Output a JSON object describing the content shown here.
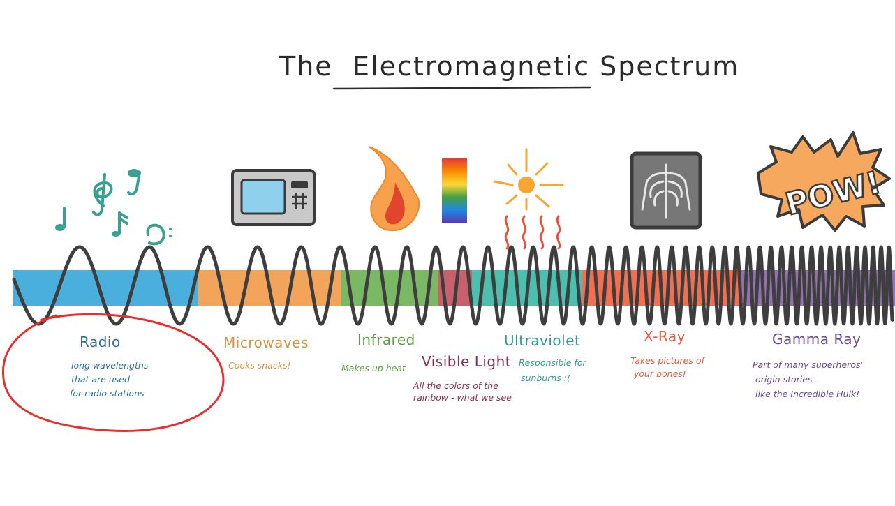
{
  "title": {
    "prefix": "The",
    "main": "Electromagnetic Spectrum"
  },
  "spectrum": {
    "wave_color": "#3e3e3e",
    "bands": [
      {
        "id": "radio",
        "color": "#4aafdc"
      },
      {
        "id": "microwaves",
        "color": "#f2a55a"
      },
      {
        "id": "infrared",
        "color": "#7bb863"
      },
      {
        "id": "visible",
        "color": "#c8606e"
      },
      {
        "id": "ultraviolet",
        "color": "#4dbfae"
      },
      {
        "id": "xray",
        "color": "#f26f50"
      },
      {
        "id": "gamma",
        "color": "#9472b0"
      }
    ],
    "visible_gradient": [
      "#e53935",
      "#fb8c00",
      "#fdd835",
      "#43a047",
      "#1e88e5",
      "#5e35b1"
    ]
  },
  "labels": {
    "radio": {
      "name": "Radio",
      "color": "#2f6f96",
      "desc": [
        "long wavelengths",
        "that are used",
        "for radio stations"
      ]
    },
    "microwaves": {
      "name": "Microwaves",
      "color": "#d9913f",
      "desc": [
        "Cooks snacks!"
      ]
    },
    "infrared": {
      "name": "Infrared",
      "color": "#5c9a45",
      "desc": [
        "Makes up heat"
      ]
    },
    "visible": {
      "name": "Visible Light",
      "color": "#8b2e4c",
      "desc": [
        "All the colors of the",
        "rainbow - what we see"
      ]
    },
    "ultraviolet": {
      "name": "Ultraviolet",
      "color": "#2f9c8f",
      "desc": [
        "Responsible for",
        "sunburns :("
      ]
    },
    "xray": {
      "name": "X-Ray",
      "color": "#e05a3e",
      "desc": [
        "Takes pictures of",
        "your bones!"
      ]
    },
    "gamma": {
      "name": "Gamma Ray",
      "color": "#6e4a8e",
      "desc": [
        "Part of many superheros'",
        "origin stories -",
        "like the Incredible Hulk!"
      ]
    }
  },
  "icons": {
    "pow_text": "POW!"
  },
  "highlight": {
    "color": "#e53030"
  }
}
